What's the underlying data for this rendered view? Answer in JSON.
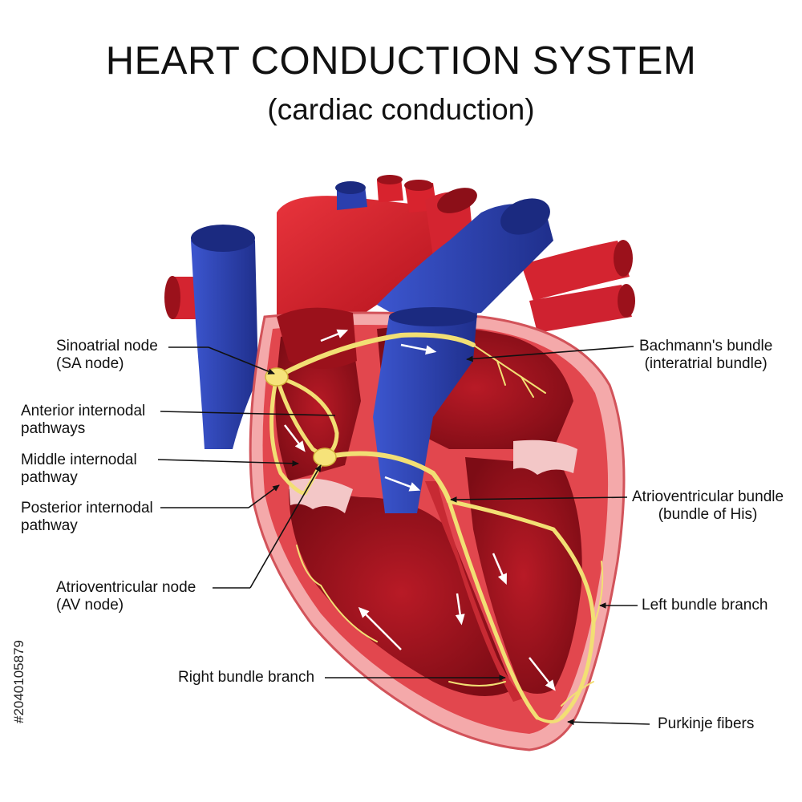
{
  "title": "HEART CONDUCTION SYSTEM",
  "subtitle": "(cardiac conduction)",
  "stock_id": "#204010587​9",
  "labels": {
    "sa_node": [
      "Sinoatrial node",
      "(SA node)"
    ],
    "anterior": [
      "Anterior internodal",
      "pathways"
    ],
    "middle": [
      "Middle internodal",
      "pathway"
    ],
    "posterior": [
      "Posterior internodal",
      "pathway"
    ],
    "av_node": [
      "Atrioventricular node",
      "(AV node)"
    ],
    "right_bundle": [
      "Right bundle branch"
    ],
    "bachmann": [
      "Bachmann's bundle",
      "(interatrial bundle)"
    ],
    "av_bundle": [
      "Atrioventricular bundle",
      "(bundle of His)"
    ],
    "left_bundle": [
      "Left bundle branch"
    ],
    "purkinje": [
      "Purkinje fibers"
    ]
  },
  "colors": {
    "artery_red": "#d8232e",
    "vein_blue": "#2a3fae",
    "chamber_dark": "#9a0f1a",
    "muscle": "#e2474e",
    "wall_pink": "#f6b3b3",
    "conduction_yellow": "#f2df74"
  }
}
